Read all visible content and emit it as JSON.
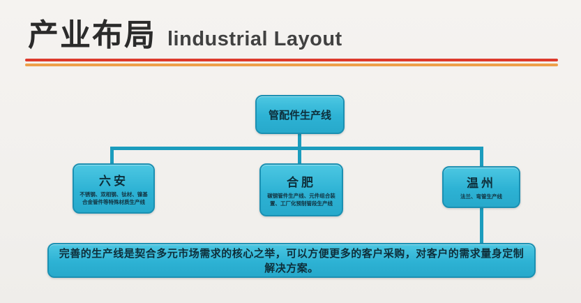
{
  "header": {
    "title_cn": "产业布局",
    "title_en": "lindustrial Layout"
  },
  "colors": {
    "box_fill": "#2db2d4",
    "box_border": "#1b90b2",
    "connector": "#1b9cbd",
    "rule_red": "#dd3a2c",
    "rule_orange": "#eda04a",
    "text_dark": "#0d2e3a",
    "background": "#f2f0ed"
  },
  "diagram": {
    "root": {
      "label": "管配件生产线"
    },
    "children": [
      {
        "name": "六安",
        "desc": "不锈钢、双相钢、钛材、镍基合金管件等特殊材质生产线"
      },
      {
        "name": "合肥",
        "desc": "碳钢管件生产线、元件组合装置、工厂化预制管段生产线"
      },
      {
        "name": "温州",
        "desc": "法兰、弯管生产线"
      }
    ],
    "footer": "完善的生产线是契合多元市场需求的核心之举，可以方便更多的客户采购，对客户的需求量身定制解决方案。"
  }
}
